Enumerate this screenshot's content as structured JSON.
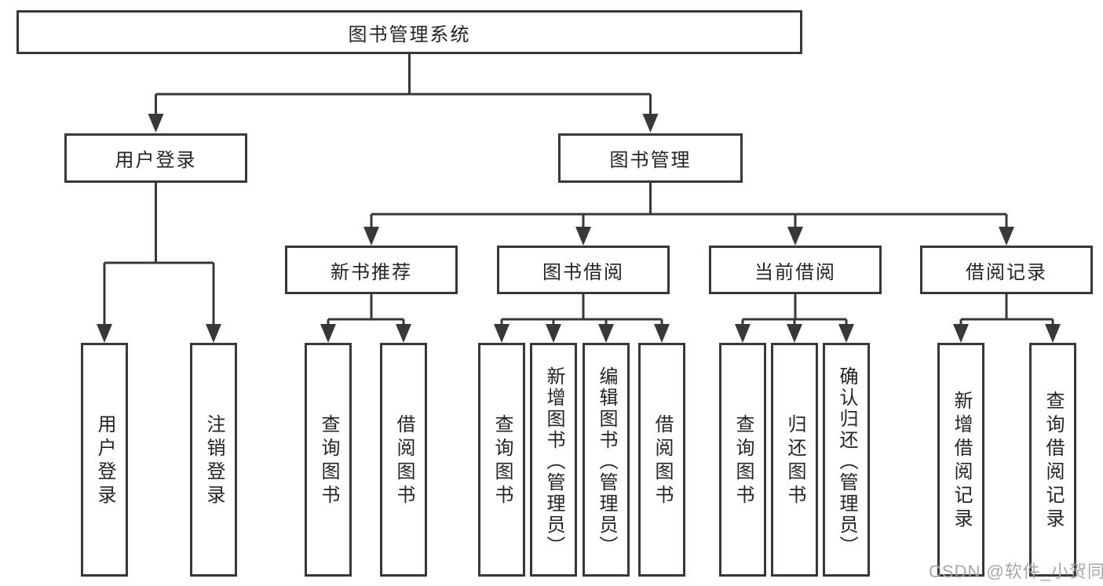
{
  "diagram": {
    "title": "图书管理系统",
    "tree": {
      "root": "图书管理系统",
      "branches": [
        {
          "label": "用户登录",
          "children": [
            "用户登录",
            "注销登录"
          ]
        },
        {
          "label": "图书管理",
          "children": [
            {
              "label": "新书推荐",
              "children": [
                "查询图书",
                "借阅图书"
              ]
            },
            {
              "label": "图书借阅",
              "children": [
                "查询图书",
                "新增图书（管理员）",
                "编辑图书（管理员）",
                "借阅图书"
              ]
            },
            {
              "label": "当前借阅",
              "children": [
                "查询图书",
                "归还图书",
                "确认归还（管理员）"
              ]
            },
            {
              "label": "借阅记录",
              "children": [
                "新增借阅记录",
                "查询借阅记录"
              ]
            }
          ]
        }
      ]
    },
    "colors": {
      "line": "#383838",
      "text": "#242424",
      "background": "#ffffff",
      "watermark": "#a3a3a3"
    }
  },
  "watermark": "CSDN @软件_小贺同学"
}
